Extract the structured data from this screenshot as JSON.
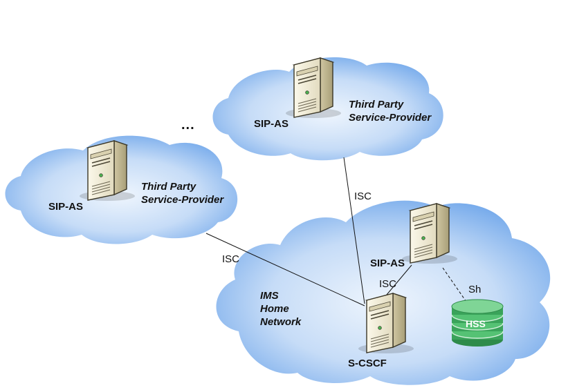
{
  "diagram": {
    "ellipsis": "...",
    "top_provider": {
      "server_label": "SIP-AS",
      "name_line1": "Third Party",
      "name_line2": "Service-Provider"
    },
    "left_provider": {
      "server_label": "SIP-AS",
      "name_line1": "Third Party",
      "name_line2": "Service-Provider"
    },
    "home_network": {
      "name_line1": "IMS",
      "name_line2": "Home",
      "name_line3": "Network",
      "sip_as_label": "SIP-AS",
      "scscf_label": "S-CSCF",
      "hss_label": "HSS"
    },
    "links": {
      "top_isc": "ISC",
      "left_isc": "ISC",
      "home_isc": "ISC",
      "sh": "Sh"
    },
    "colors": {
      "cloud_edge": "#6ea6e8",
      "cloud_center": "#e9f2fc",
      "server_body": "#f1ecd6",
      "hss_green": "#3aa35a"
    }
  }
}
